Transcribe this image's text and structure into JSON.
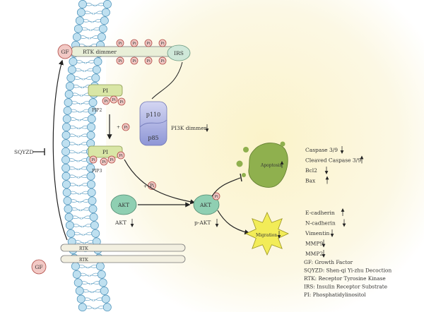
{
  "membrane": {
    "gf_outside": "GF",
    "gf_inside": "GF",
    "rtk_dimmer": "RTK dimmer",
    "rtk_1": "RTK",
    "rtk_2": "RTK",
    "irs": "IRS",
    "pi_symbol": "Pi",
    "pi_top": "PI",
    "pi_bottom": "PI",
    "pip2": "PIP2",
    "pip3": "PIP3",
    "plus_pi_1": "+",
    "plus_pi_2": "+"
  },
  "pi3k": {
    "p110": "p110",
    "p85": "p85",
    "label": "PI3K dimmer",
    "label_arrow": "down"
  },
  "sqyzd": "SQYZD",
  "akt": {
    "akt_label": "AKT",
    "akt_text": "AKT",
    "akt_text_arrow": "down",
    "pakt_label": "AKT",
    "pakt_text": "p-AKT",
    "pakt_text_arrow": "down"
  },
  "apoptosis": {
    "label": "Apoptosis",
    "arrow": "up",
    "markers": [
      {
        "name": "Caspase 3/9",
        "arrow": "down"
      },
      {
        "name": "Cleaved Caspase 3/9",
        "arrow": "up"
      },
      {
        "name": "Bcl2",
        "arrow": "down"
      },
      {
        "name": "Bax",
        "arrow": "up"
      }
    ]
  },
  "migration": {
    "label": "Migration",
    "arrow": "down",
    "markers": [
      {
        "name": "E-cadherin",
        "arrow": "up"
      },
      {
        "name": "N-cadherin",
        "arrow": "down"
      },
      {
        "name": "Vimentin",
        "arrow": "down"
      },
      {
        "name": "MMP9",
        "arrow": "down"
      },
      {
        "name": "MMP2",
        "arrow": "down"
      }
    ]
  },
  "legend": [
    "GF: Growth Factor",
    "SQYZD: Shen-qi Yi-zhu Decoction",
    "RTK: Receptor Tyrosine Kinase",
    "IRS: Insulin Receptor Substrate",
    "PI: Phosphatidylinositol"
  ],
  "colors": {
    "bead": "#bfe0f0",
    "bead_stroke": "#4a90b8",
    "pi_fill": "#f2c9c5",
    "pi_stroke": "#b04a44",
    "pi_box": "#d9e6a6",
    "teal": "#8fcfb2",
    "pi3k_top": "#c4c7ec",
    "pi3k_bot": "#8e96d6",
    "apoptosis": "#8fb04e",
    "migration": "#f2ec58",
    "bg_glow": "#fbf6d6"
  }
}
